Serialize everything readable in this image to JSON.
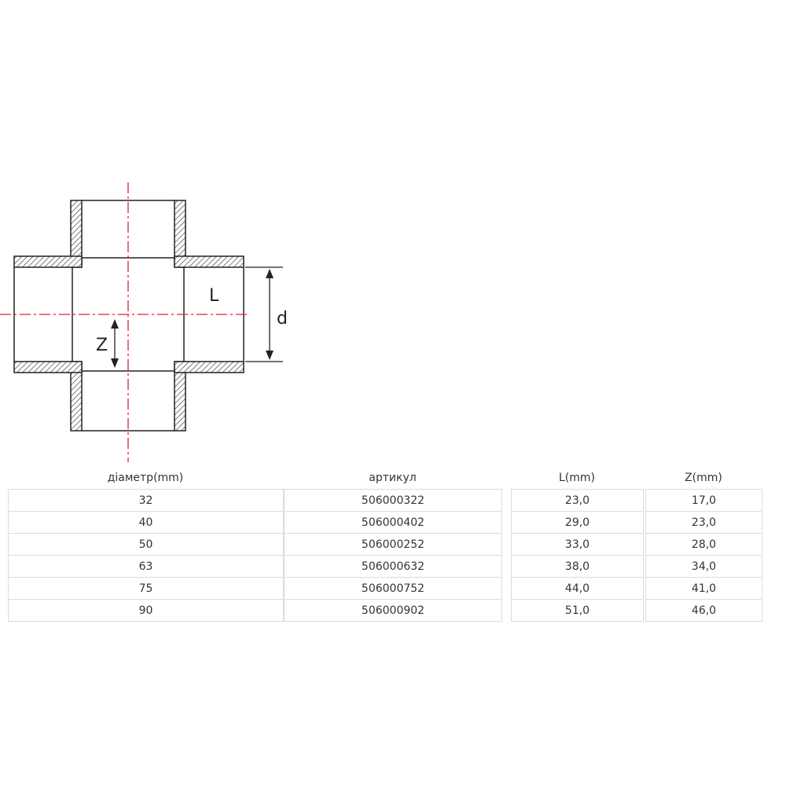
{
  "diagram": {
    "labels": {
      "L": "L",
      "Z": "Z",
      "d": "d"
    },
    "colors": {
      "outline": "#222222",
      "hatch": "#444444",
      "centerline": "#e0202a"
    }
  },
  "table": {
    "headers": [
      "діаметр(mm)",
      "артикул",
      "L(mm)",
      "Z(mm)"
    ],
    "rows": [
      [
        "32",
        "506000322",
        "23,0",
        "17,0"
      ],
      [
        "40",
        "506000402",
        "29,0",
        "23,0"
      ],
      [
        "50",
        "506000252",
        "33,0",
        "28,0"
      ],
      [
        "63",
        "506000632",
        "38,0",
        "34,0"
      ],
      [
        "75",
        "506000752",
        "44,0",
        "41,0"
      ],
      [
        "90",
        "506000902",
        "51,0",
        "46,0"
      ]
    ]
  }
}
